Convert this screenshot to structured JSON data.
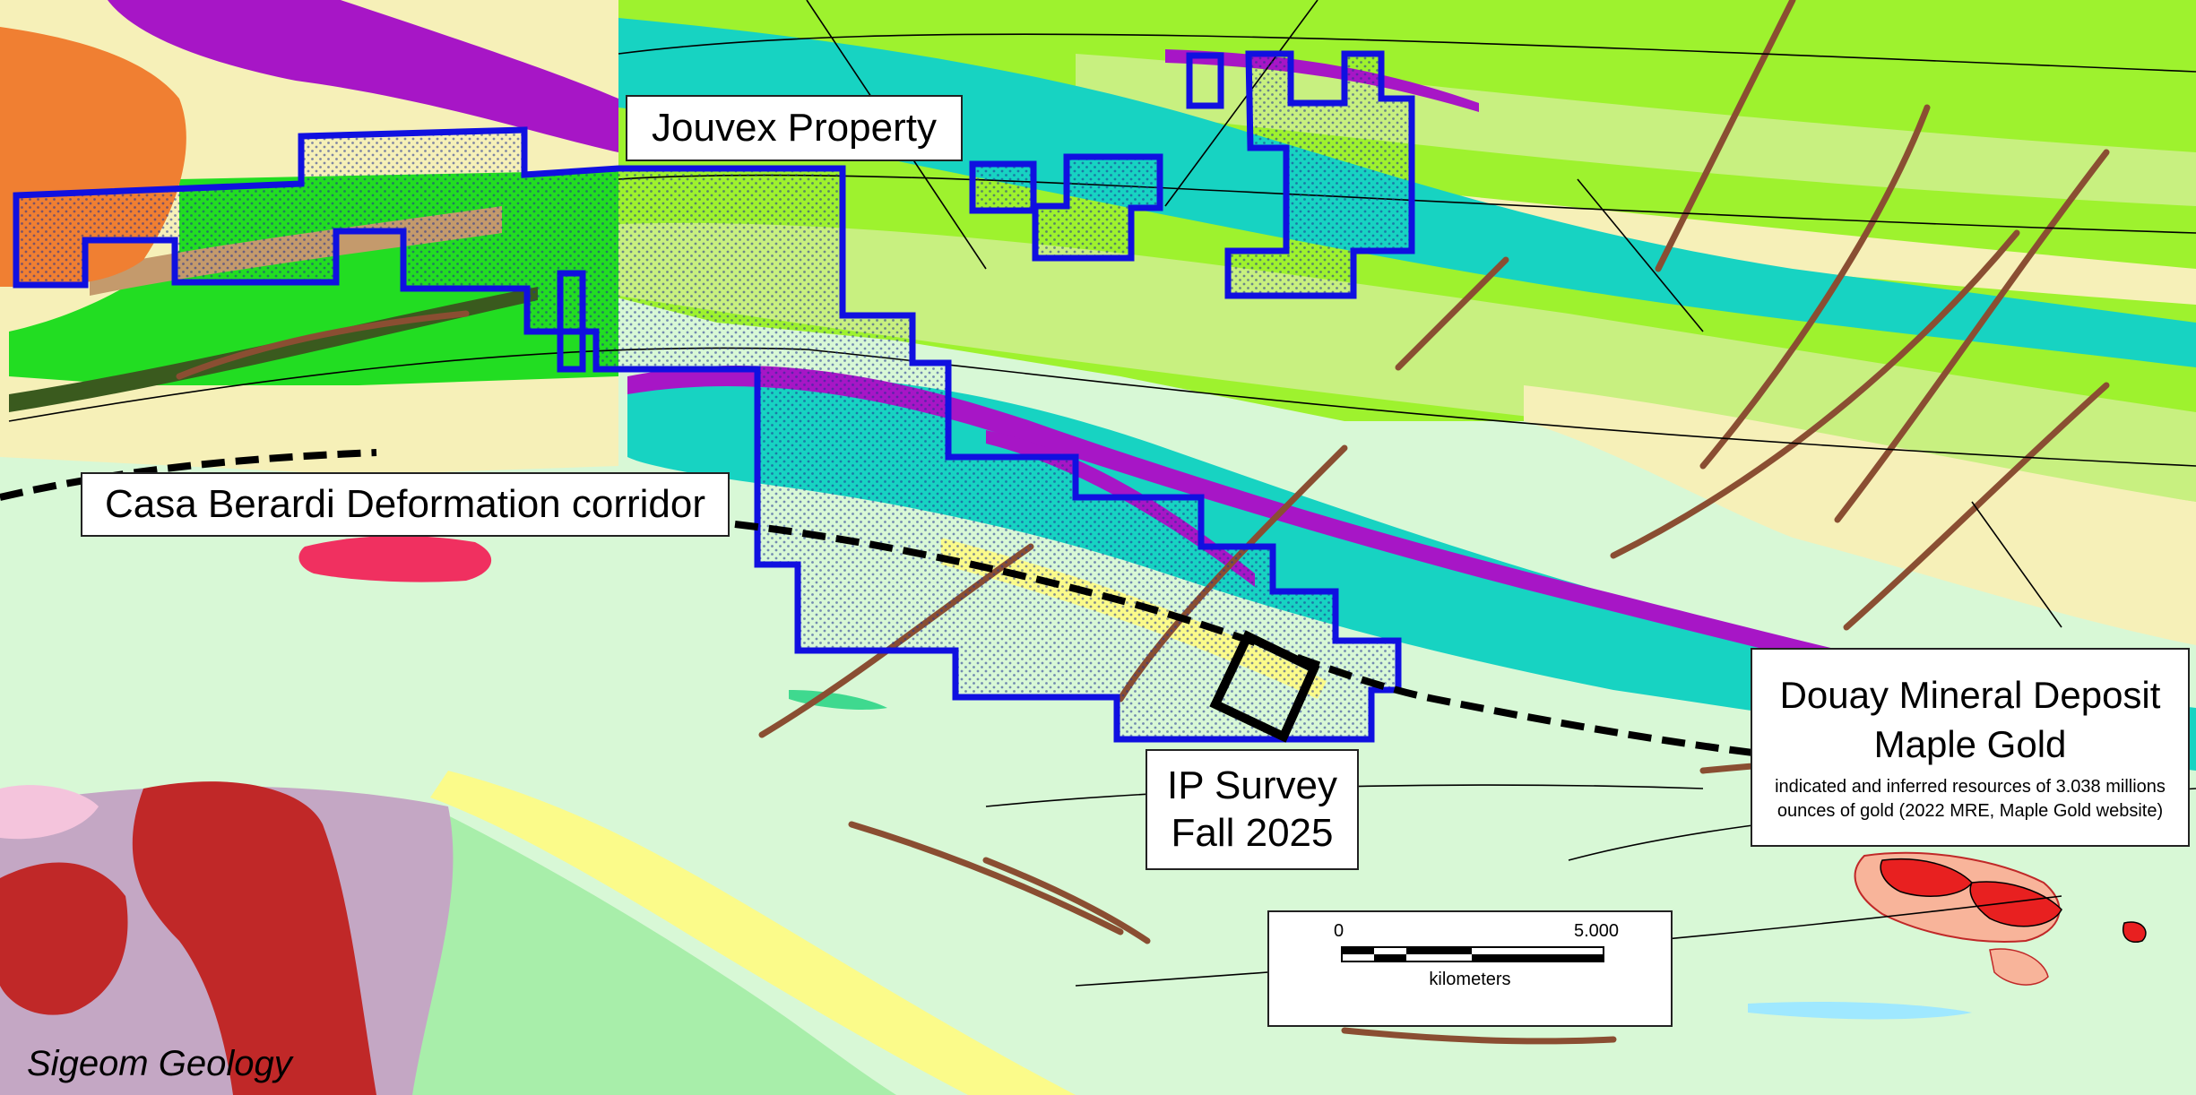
{
  "map": {
    "colors": {
      "pale_green": "#d8f8d6",
      "lime": "#9ef22e",
      "yellow_green": "#c8f080",
      "cream": "#f6f0b8",
      "yellow": "#fbfb8a",
      "cyan": "#17d3c2",
      "purple": "#a716c6",
      "green": "#22dd22",
      "dark_olive": "#3a5a1e",
      "tan": "#c49a6c",
      "orange": "#f07f32",
      "brown_dyke": "#8a4e32",
      "red_volcanic": "#c02828",
      "mauve": "#c4a7c4",
      "pink": "#f03060",
      "property_outline": "#1010e0",
      "fault_line": "#000000"
    },
    "labels": {
      "property": "Jouvex Property",
      "corridor": "Casa Berardi Deformation corridor",
      "ip_line1": "IP Survey",
      "ip_line2": "Fall 2025",
      "deposit_line1": "Douay Mineral Deposit",
      "deposit_line2": "Maple Gold",
      "deposit_note": "indicated and inferred resources of 3.038 millions ounces of gold (2022 MRE, Maple Gold website)"
    },
    "scale": {
      "zero": "0",
      "max": "5.000",
      "unit": "kilometers"
    },
    "credit": "Sigeom Geology"
  }
}
